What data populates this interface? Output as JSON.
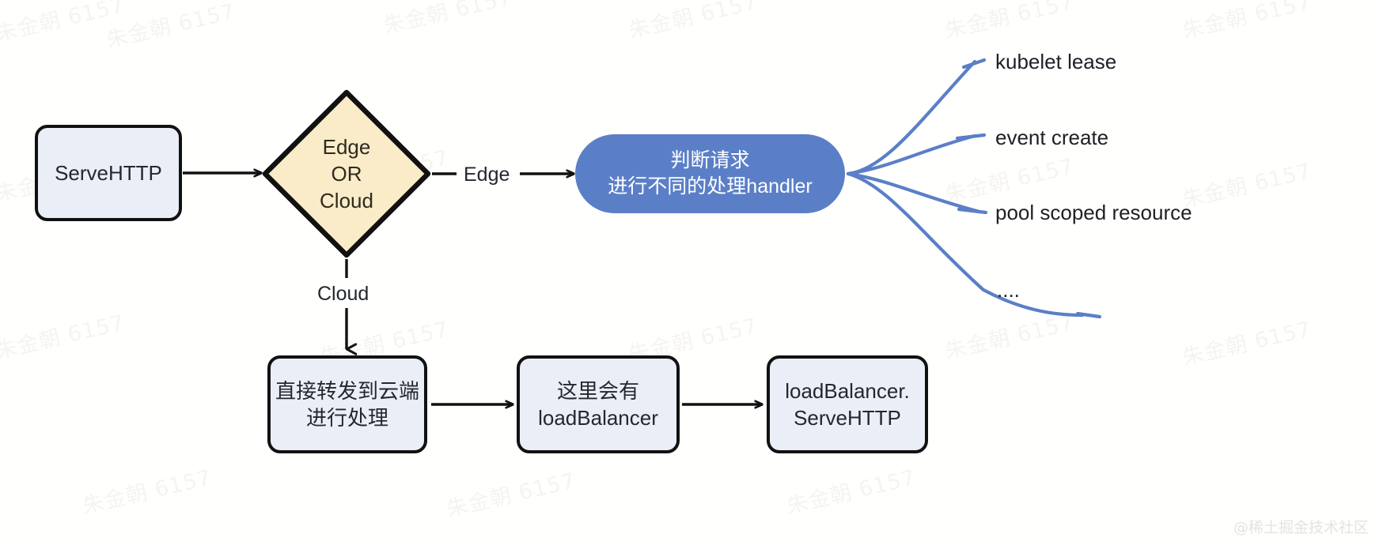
{
  "meta": {
    "watermark_text": "朱金朝 6157",
    "footer_text": "@稀土掘金技术社区"
  },
  "colors": {
    "box_fill": "#eaeef6",
    "box_stroke": "#111111",
    "diamond_fill": "#faecc8",
    "diamond_stroke": "#111111",
    "blue_fill": "#5b7fc7",
    "branch_stroke": "#5b7fc7",
    "arrow": "#111111",
    "text_dark": "#23272e",
    "text_light": "#ffffff"
  },
  "nodes": {
    "serve_http": {
      "label": "ServeHTTP"
    },
    "decision": {
      "line1": "Edge",
      "line2": "OR",
      "line3": "Cloud"
    },
    "handler": {
      "line1": "判断请求",
      "line2": "进行不同的处理handler"
    },
    "forward_cloud": {
      "line1": "直接转发到云端",
      "line2": "进行处理"
    },
    "has_lb": {
      "line1": "这里会有",
      "line2": "loadBalancer"
    },
    "lb_servehttp": {
      "line1": "loadBalancer.",
      "line2": "ServeHTTP"
    }
  },
  "edge_labels": {
    "edge": "Edge",
    "cloud": "Cloud"
  },
  "branches": [
    {
      "label": "kubelet lease"
    },
    {
      "label": "event create"
    },
    {
      "label": "pool scoped resource"
    },
    {
      "label": "...."
    }
  ]
}
